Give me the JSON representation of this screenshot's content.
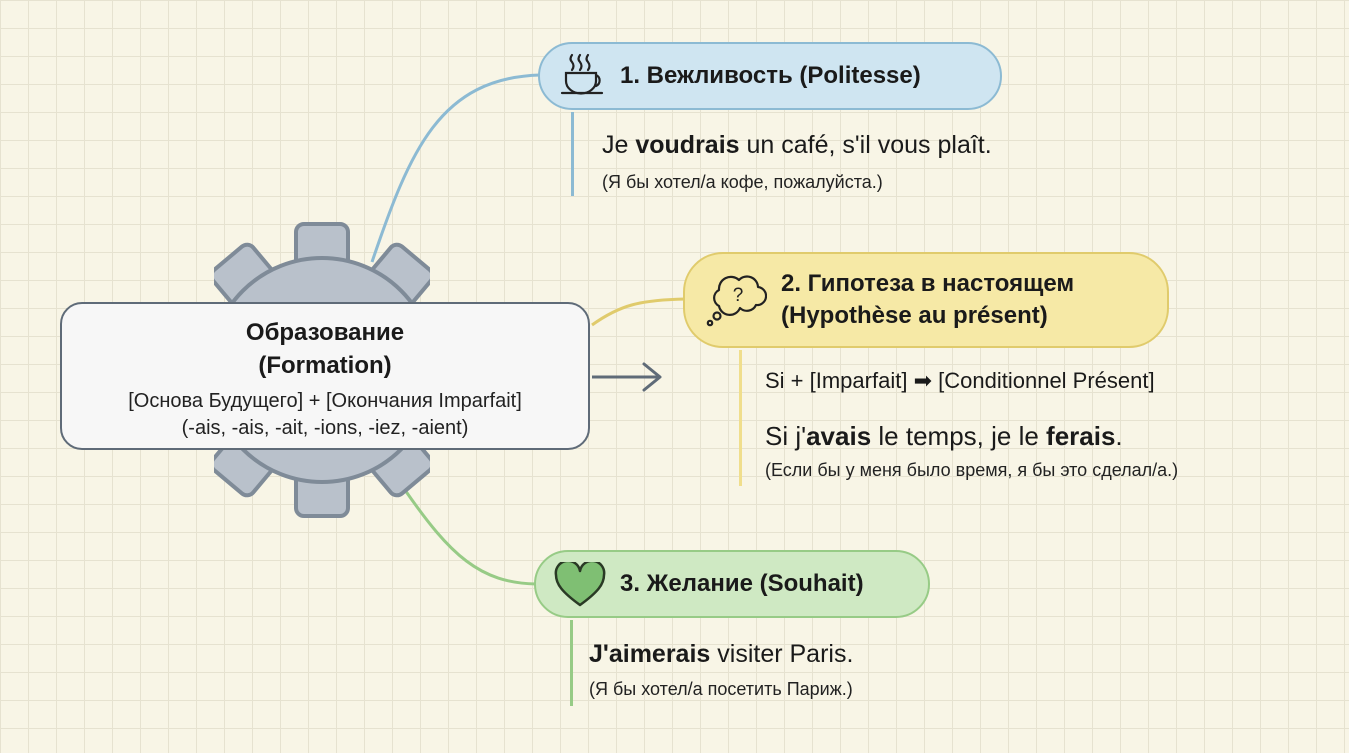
{
  "center": {
    "title_line1": "Образование",
    "title_line2": "(Formation)",
    "formula_line1": "[Основа Будущего] + [Окончания Imparfait]",
    "formula_line2": "(-ais, -ais, -ait, -ions, -iez, -aient)"
  },
  "branches": [
    {
      "title": "1. Вежливость (Politesse)",
      "icon": "coffee-cup-icon",
      "color": "#cfe5f1",
      "example": {
        "before": "Je ",
        "bold": "voudrais",
        "after": " un café, s'il vous plaît."
      },
      "translation": "(Я бы хотел/а кофе, пожалуйста.)"
    },
    {
      "title_line1": "2. Гипотеза в настоящем",
      "title_line2": "(Hypothèse au présent)",
      "icon": "thought-bubble-question-icon",
      "color": "#f6e9a6",
      "rule": {
        "left": "Si + [Imparfait]",
        "arrow": "➡",
        "right": "[Conditionnel Présent]"
      },
      "example": {
        "p1": "Si j'",
        "b1": "avais",
        "p2": " le temps, je le ",
        "b2": "ferais",
        "p3": "."
      },
      "translation": "(Если бы у меня было время, я бы это сделал/а.)"
    },
    {
      "title": "3. Желание (Souhait)",
      "icon": "heart-icon",
      "color": "#cfe9c3",
      "example": {
        "bold": "J'aimerais",
        "after": " visiter Paris."
      },
      "translation": "(Я бы хотел/а посетить Париж.)"
    }
  ]
}
